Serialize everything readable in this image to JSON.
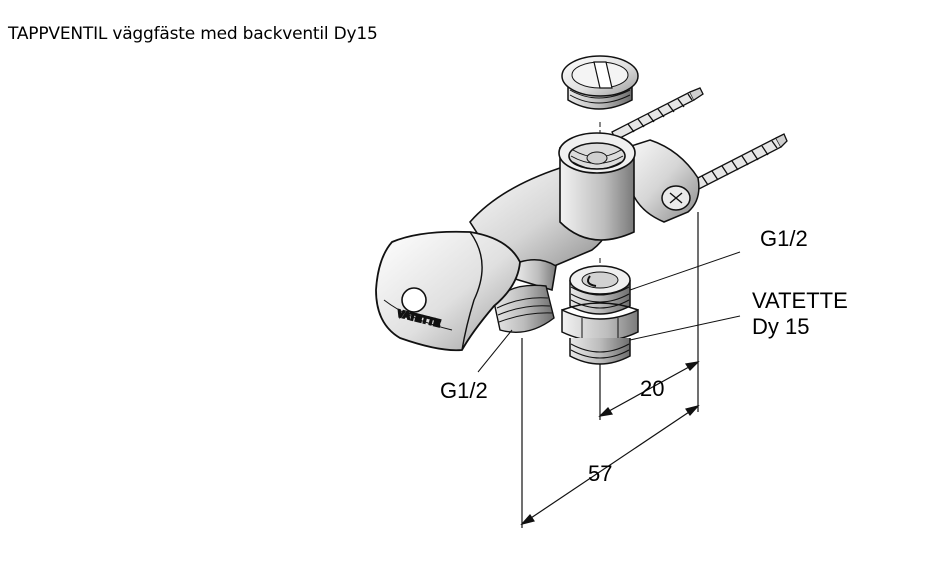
{
  "title": "TAPPVENTIL väggfäste med backventil Dy15",
  "labels": {
    "thread_right": "G1/2",
    "thread_left": "G1/2",
    "nipple_line1": "VATETTE",
    "nipple_line2": "Dy 15",
    "brand_on_handle": "VATETTE"
  },
  "dimensions": {
    "short": "20",
    "long": "57"
  }
}
